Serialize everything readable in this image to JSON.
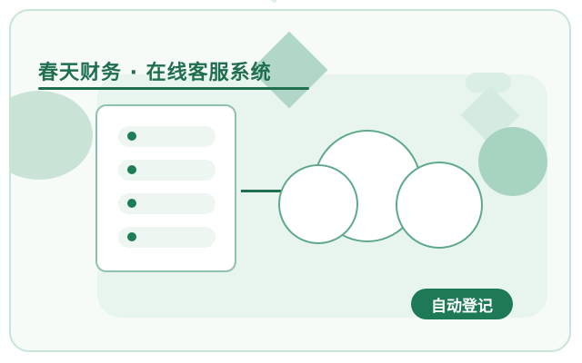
{
  "banner": {
    "title": "春天财务 · 在线客服系统",
    "button_label": "自动登记"
  },
  "list": {
    "row_count": 4
  },
  "colors": {
    "primary": "#1f6f4f",
    "accent": "#1e7a56",
    "panel_bg": "#e7f5ee",
    "border": "#8ec1ad"
  },
  "icons": [
    "list-panel-icon",
    "cloud-icon"
  ]
}
